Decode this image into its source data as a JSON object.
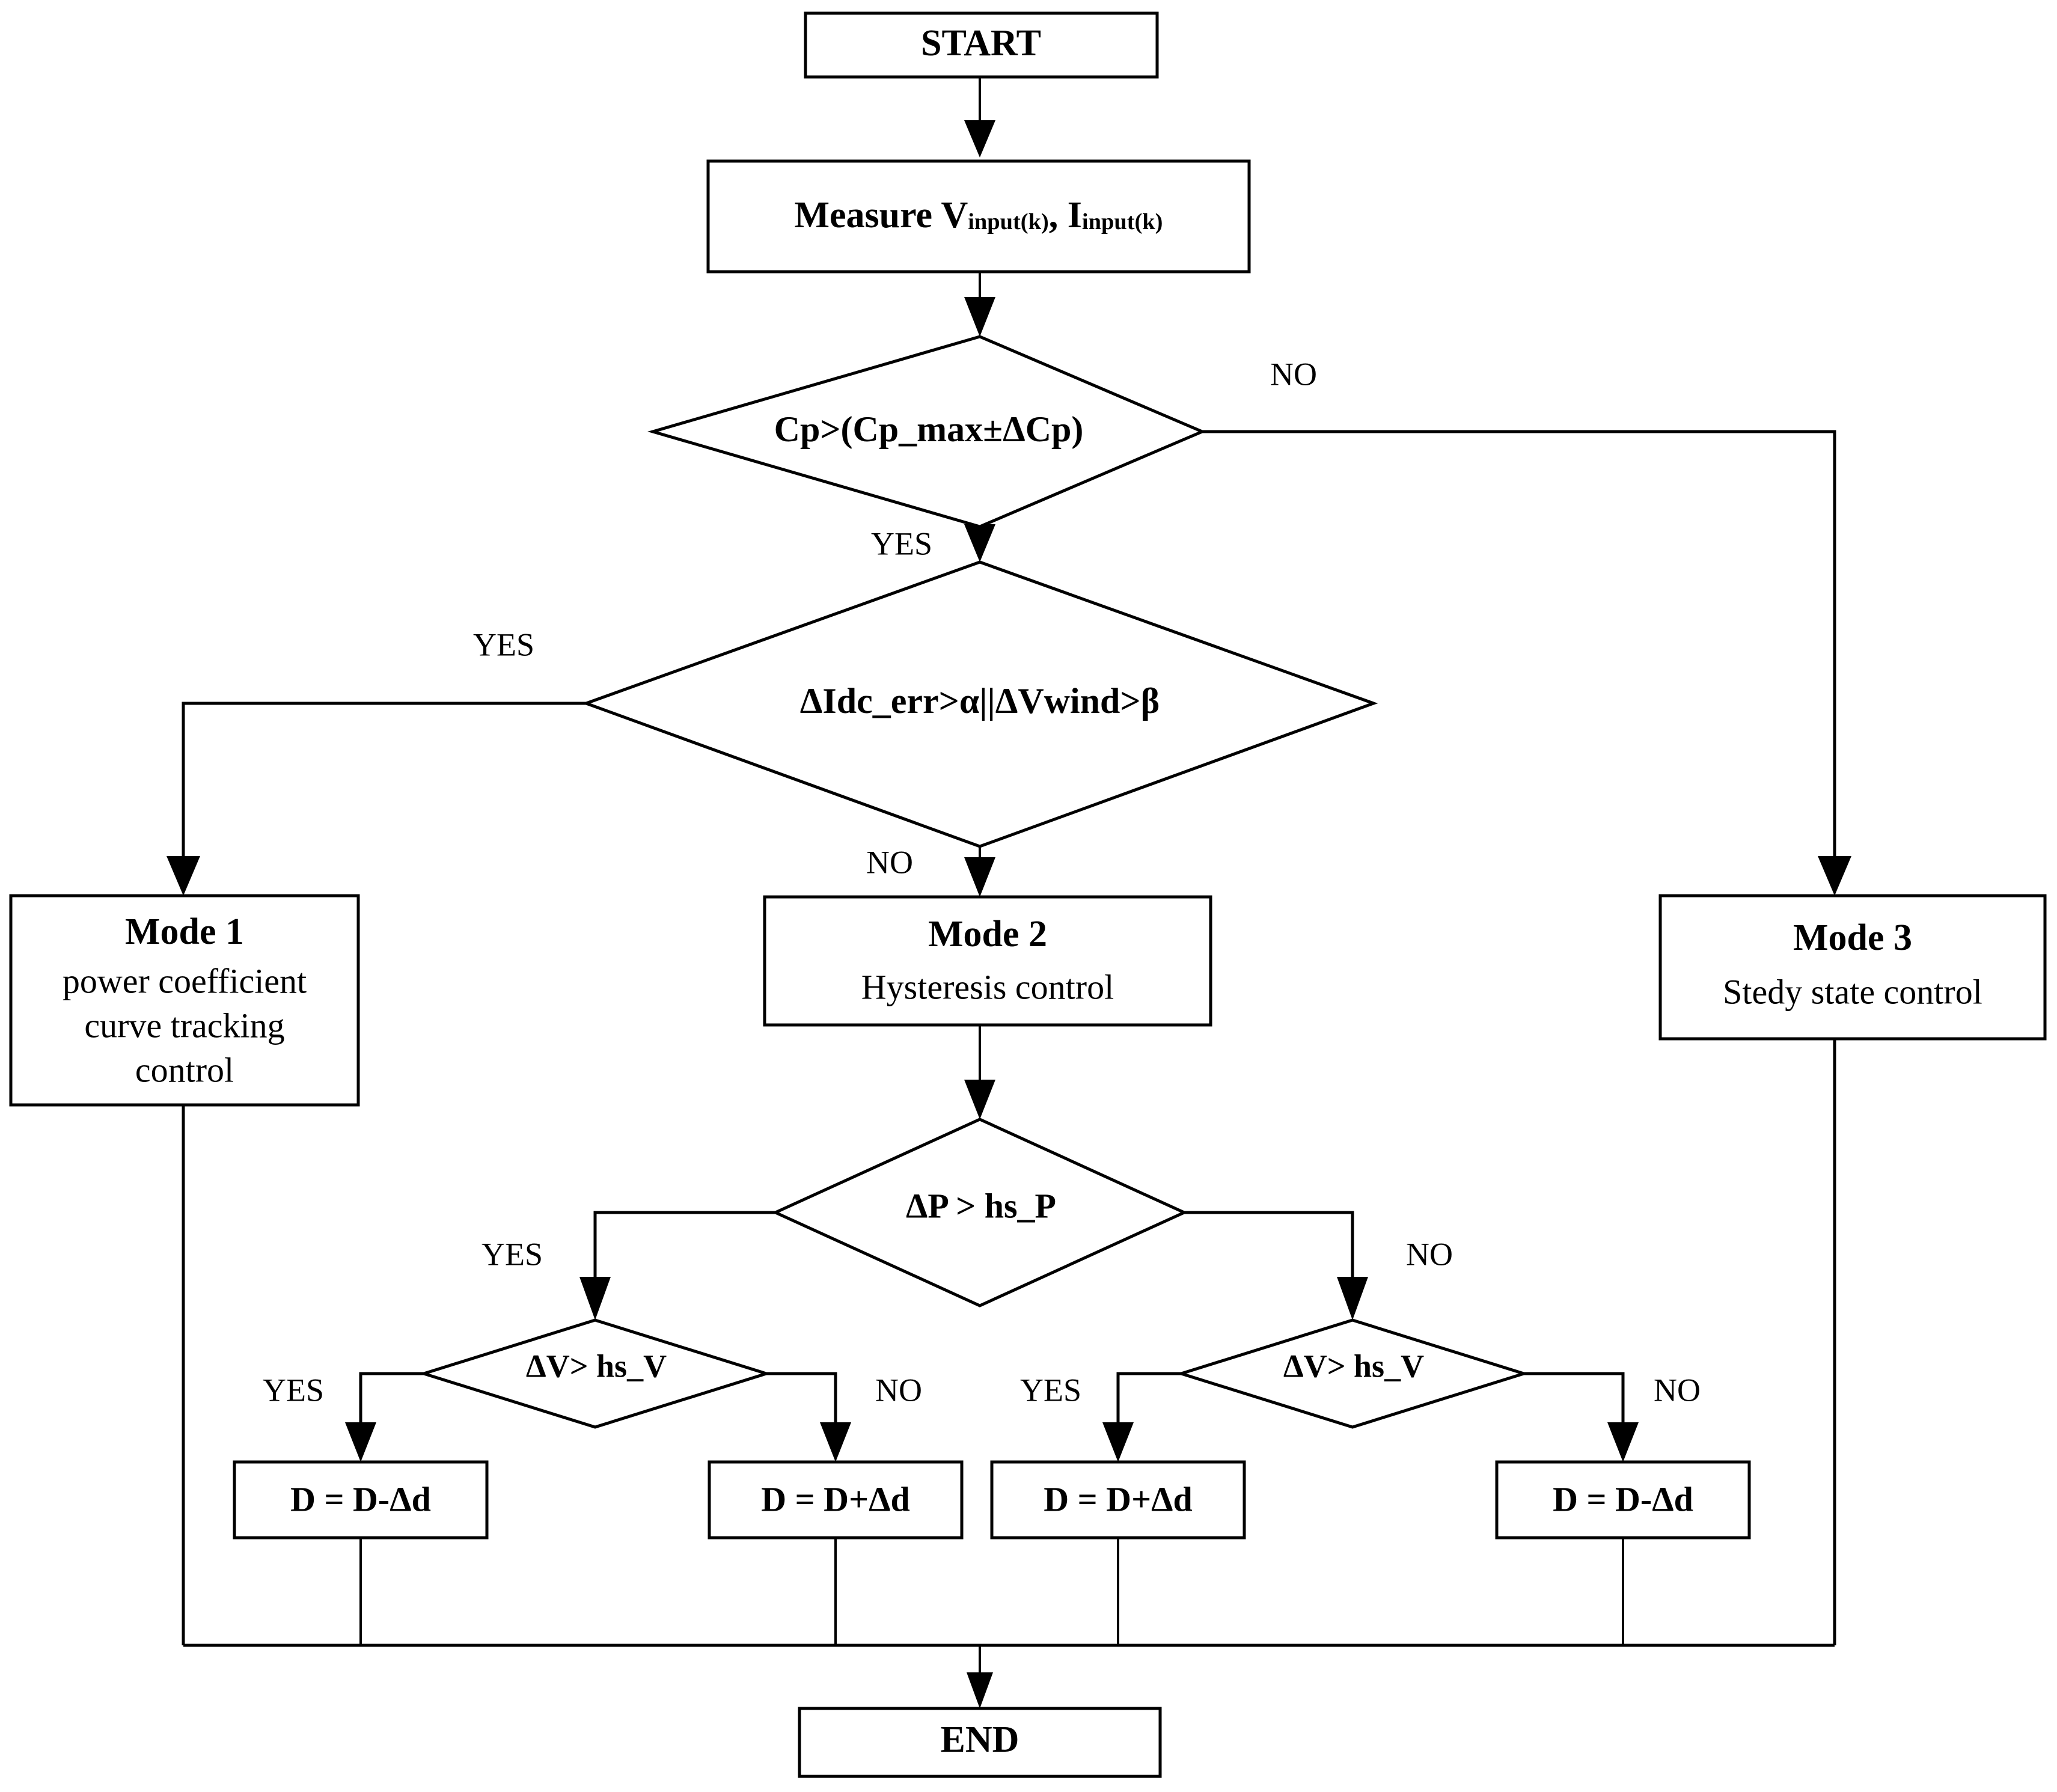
{
  "diagram": {
    "title": "MPPT control mode selection flowchart",
    "colors": {
      "stroke": "#000000",
      "fill": "#ffffff",
      "text": "#000000"
    },
    "nodes": {
      "start": {
        "label": "START",
        "shape": "process"
      },
      "measure": {
        "label_prefix": "Measure V",
        "sub1": "input(k)",
        "mid": ", I",
        "sub2": "input(k)",
        "full": "Measure Vinput(k), Iinput(k)",
        "shape": "process"
      },
      "decision_cp": {
        "label": "Cp>(Cp_max±ΔCp)",
        "shape": "decision"
      },
      "decision_idc": {
        "label": "ΔIdc_err>α||ΔVwind>β",
        "shape": "decision"
      },
      "mode1": {
        "title": "Mode 1",
        "line1": "power coefficient",
        "line2": "curve tracking",
        "line3": "control",
        "shape": "process"
      },
      "mode2": {
        "title": "Mode 2",
        "line1": "Hysteresis control",
        "shape": "process"
      },
      "mode3": {
        "title": "Mode 3",
        "line1": "Stedy state control",
        "shape": "process"
      },
      "decision_dp": {
        "label": "ΔP > hs_P",
        "shape": "decision"
      },
      "decision_dv_left": {
        "label": "ΔV> hs_V",
        "shape": "decision"
      },
      "decision_dv_right": {
        "label": "ΔV> hs_V",
        "shape": "decision"
      },
      "duty_a": {
        "label": "D = D-Δd",
        "shape": "process"
      },
      "duty_b": {
        "label": "D = D+Δd",
        "shape": "process"
      },
      "duty_c": {
        "label": "D = D+Δd",
        "shape": "process"
      },
      "duty_d": {
        "label": "D = D-Δd",
        "shape": "process"
      },
      "end": {
        "label": "END",
        "shape": "process"
      }
    },
    "branch_labels": {
      "cp_no": "NO",
      "cp_yes": "YES",
      "idc_yes": "YES",
      "idc_no": "NO",
      "dp_yes": "YES",
      "dp_no": "NO",
      "dvl_yes": "YES",
      "dvl_no": "NO",
      "dvr_yes": "YES",
      "dvr_no": "NO"
    }
  }
}
